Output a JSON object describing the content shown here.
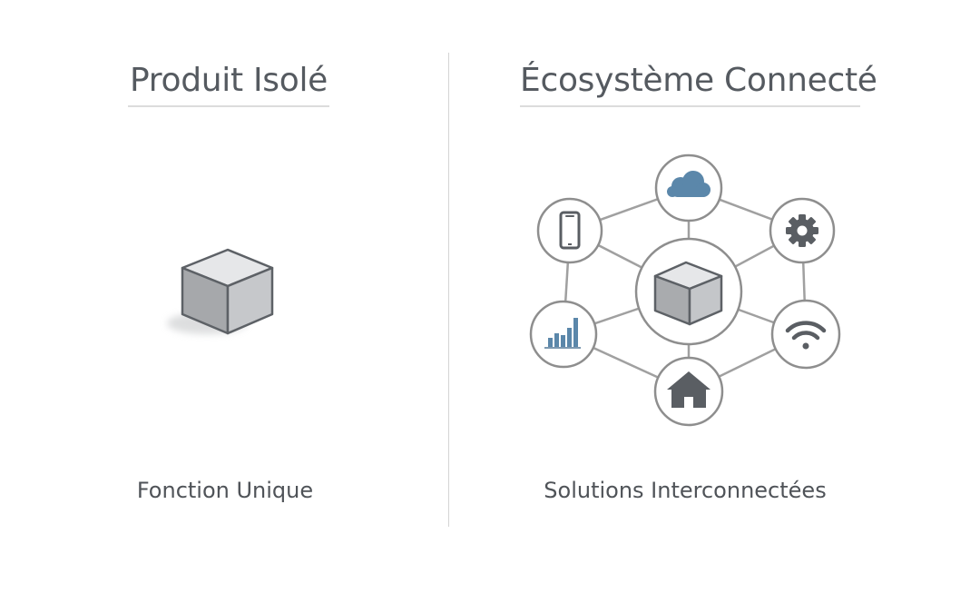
{
  "left_panel": {
    "title": "Produit Isolé",
    "caption": "Fonction Unique"
  },
  "right_panel": {
    "title": "Écosystème Connecté",
    "caption": "Solutions Interconnectées",
    "nodes": [
      "cloud-icon",
      "gear-icon",
      "wifi-icon",
      "home-icon",
      "bar-chart-icon",
      "smartphone-icon"
    ],
    "hub": "cube-icon"
  },
  "colors": {
    "text": "#555a60",
    "line": "#9a9a9a",
    "accent_blue": "#5b87aa",
    "icon_gray": "#5a5e63",
    "cube_top": "#e6e7e9",
    "cube_left": "#a9abae",
    "cube_right": "#c4c6c9"
  }
}
